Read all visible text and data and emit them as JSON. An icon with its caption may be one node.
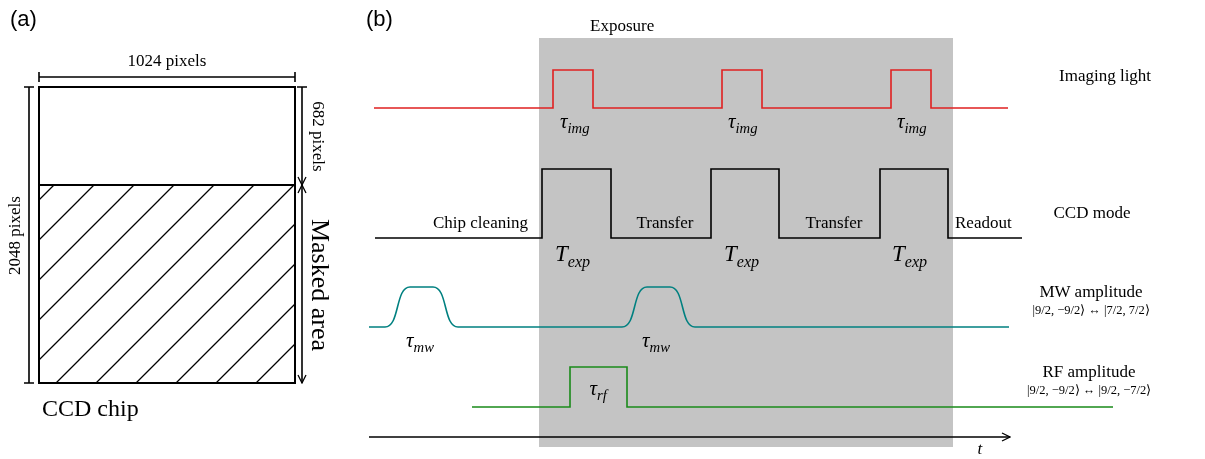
{
  "diagram": {
    "labels": [
      "(a)",
      "(b)",
      "1024 pixels",
      "2048 pixels",
      "682 pixels",
      "Masked area",
      "CCD chip",
      "Exposure",
      "τ$_{img}$",
      "τ$_{img}$",
      "τ$_{img}$",
      "Imaging light",
      "Chip cleaning",
      "Transfer",
      "Transfer",
      "Readout",
      "CCD mode",
      "T$_{exp}$",
      "T$_{exp}$",
      "T$_{exp}$",
      "τ$_{mw}$",
      "τ$_{mw}$",
      "MW amplitude",
      "|9/2, −9/2⟩ ↔ |7/2, 7/2⟩",
      "τ$_{rf}$",
      "RF amplitude",
      "|9/2, −9/2⟩ ↔ |9/2, −7/2⟩",
      "t"
    ]
  }
}
